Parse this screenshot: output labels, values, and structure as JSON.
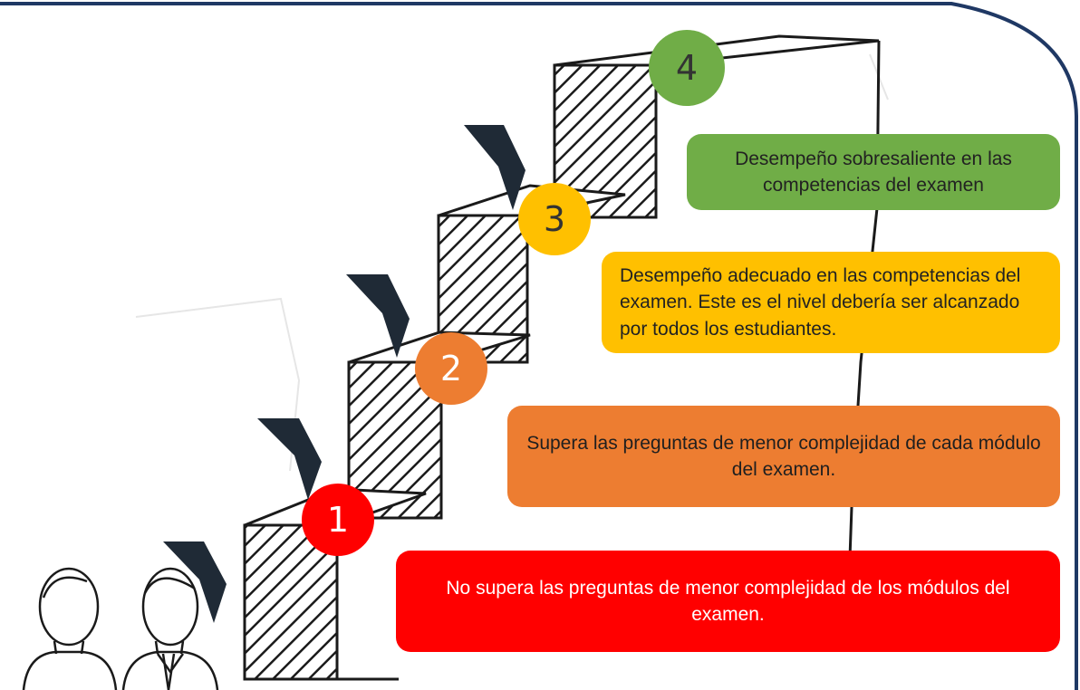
{
  "colors": {
    "level_1": "#ff0000",
    "level_2": "#ed7d31",
    "level_3": "#ffc000",
    "level_4": "#70ad47",
    "frame": "#1f3864"
  },
  "levels": [
    {
      "number": "1",
      "description": "No supera las preguntas de menor complejidad de los módulos del examen."
    },
    {
      "number": "2",
      "description": "Supera las preguntas de menor complejidad de cada módulo del examen."
    },
    {
      "number": "3",
      "description": "Desempeño adecuado en las competencias del examen. Este es el nivel debería ser alcanzado por todos los estudiantes."
    },
    {
      "number": "4",
      "description": "Desempeño sobresaliente en las competencias del examen"
    }
  ],
  "icons": [
    "chevron-arrow-icon",
    "woman-avatar-icon",
    "man-avatar-icon"
  ]
}
